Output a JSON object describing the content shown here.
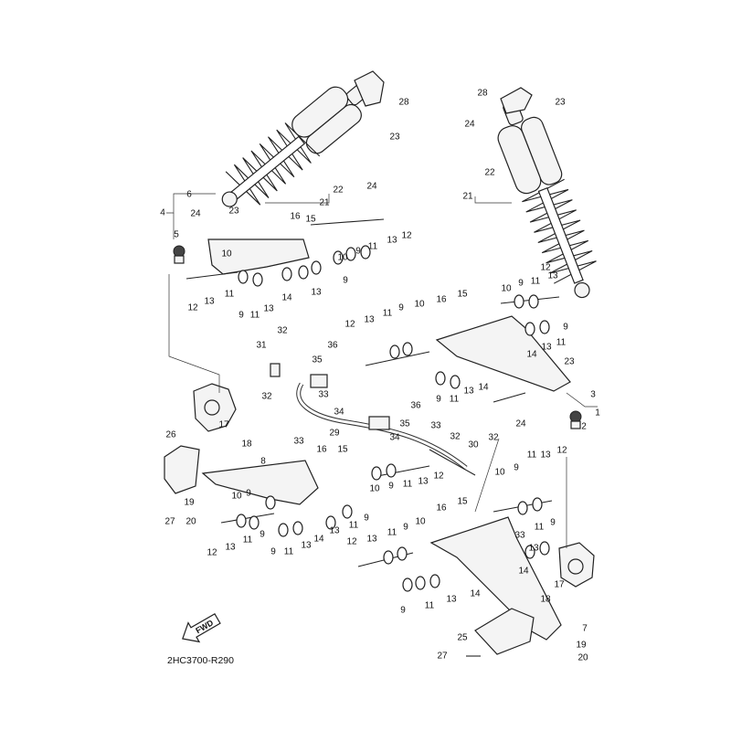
{
  "diagram": {
    "drawing_code": "2HC3700-R290",
    "fwd_label": "FWD",
    "callouts": [
      "28",
      "23",
      "24",
      "22",
      "21",
      "6",
      "4",
      "24",
      "23",
      "16",
      "5",
      "15",
      "12",
      "13",
      "11",
      "9",
      "10",
      "9",
      "13",
      "14",
      "13",
      "11",
      "9",
      "11",
      "13",
      "12",
      "10",
      "28",
      "23",
      "24",
      "22",
      "21",
      "12",
      "13",
      "11",
      "9",
      "10",
      "15",
      "16",
      "10",
      "9",
      "11",
      "13",
      "12",
      "9",
      "11",
      "13",
      "14",
      "14",
      "13",
      "11",
      "9",
      "23",
      "3",
      "2",
      "1",
      "24",
      "32",
      "31",
      "36",
      "35",
      "33",
      "32",
      "34",
      "29",
      "36",
      "35",
      "34",
      "33",
      "32",
      "30",
      "32",
      "17",
      "18",
      "26",
      "8",
      "33",
      "16",
      "15",
      "12",
      "13",
      "11",
      "9",
      "10",
      "9",
      "10",
      "19",
      "27",
      "20",
      "12",
      "13",
      "11",
      "9",
      "9",
      "11",
      "13",
      "14",
      "13",
      "11",
      "9",
      "13",
      "12",
      "9",
      "11",
      "10",
      "15",
      "16",
      "10",
      "9",
      "11",
      "13",
      "12",
      "11",
      "9",
      "33",
      "13",
      "14",
      "17",
      "18",
      "14",
      "13",
      "11",
      "9",
      "7",
      "25",
      "19",
      "27",
      "20"
    ]
  }
}
